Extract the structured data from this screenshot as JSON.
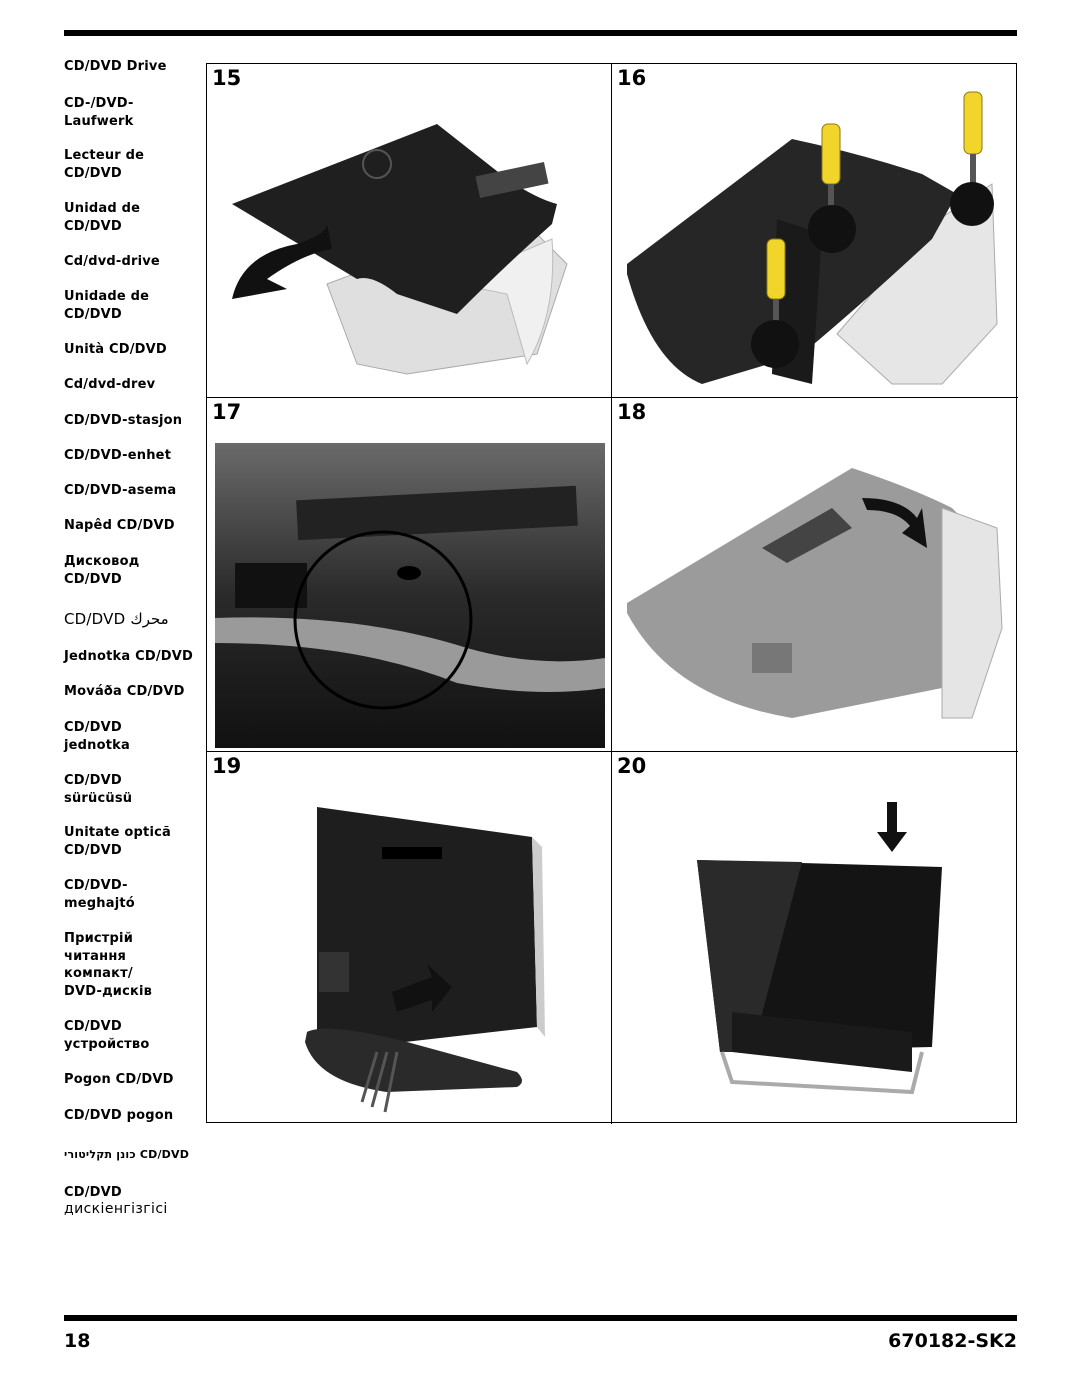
{
  "sidebar": {
    "labels": [
      "CD/DVD Drive",
      "CD-/DVD-\nLaufwerk",
      "Lecteur de\nCD/DVD",
      "Unidad de\nCD/DVD",
      "Cd/dvd-drive",
      "Unidade de\nCD/DVD",
      "Unità CD/DVD",
      "Cd/dvd-drev",
      "CD/DVD-stasjon",
      "CD/DVD-enhet",
      "CD/DVD-asema",
      "Napêd CD/DVD",
      "Дисковод\nCD/DVD",
      "CD/DVD محرك",
      "Jednotka CD/DVD",
      "Mováða CD/DVD",
      "CD/DVD\njednotka",
      "CD/DVD\nsürücüsü",
      "Unitate opticã\nCD/DVD",
      "CD/DVD-\nmeghajtó",
      "Пристрій\nчитання\nкомпакт/\nDVD-дисків",
      "CD/DVD\nустройство",
      "Pogon CD/DVD",
      "CD/DVD pogon",
      "כונן תקליטורי CD/DVD",
      "CD/DVD",
      "дискіенгізгісі"
    ]
  },
  "steps": [
    "15",
    "16",
    "17",
    "18",
    "19",
    "20"
  ],
  "footer": {
    "page_number": "18",
    "doc_code": "670182-SK2"
  }
}
